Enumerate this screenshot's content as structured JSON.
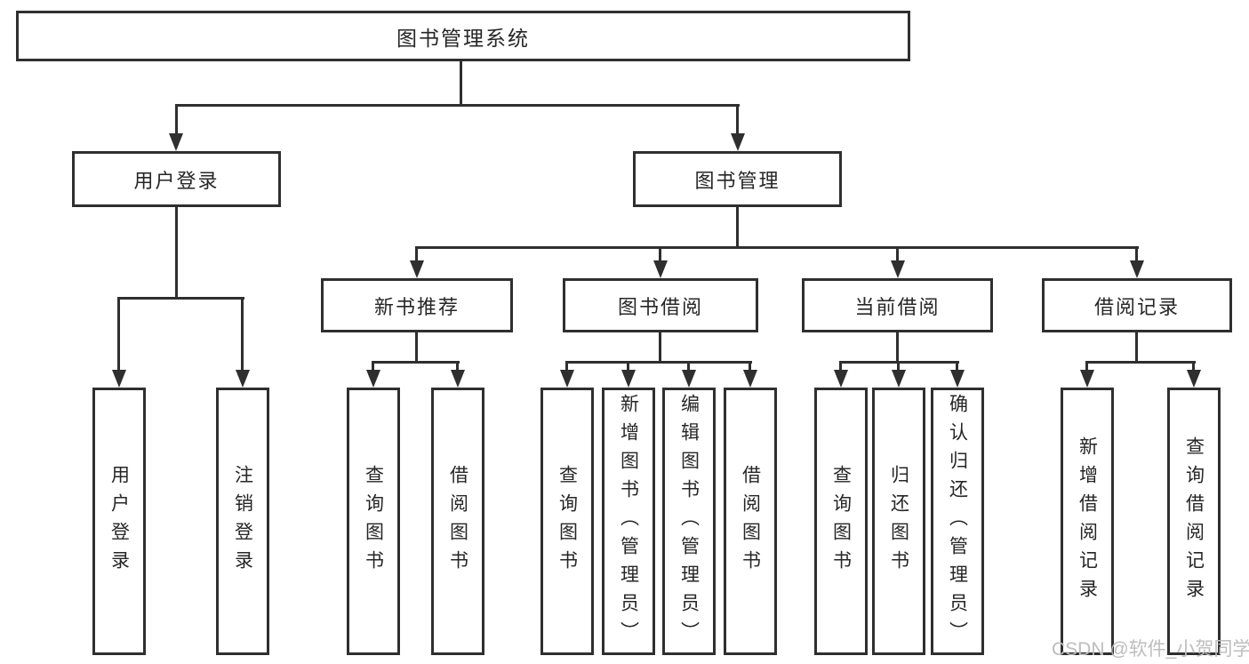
{
  "diagram_title": "图书管理系统",
  "watermark": "CSDN @软件_小贺同学",
  "colors": {
    "line": "#2f2f2f",
    "text": "#262626",
    "background": "#ffffff",
    "watermark": "#bdbdbd"
  },
  "nodes": {
    "root": "图书管理系统",
    "user_login": "用户登录",
    "book_management": "图书管理",
    "new_book_recommend": "新书推荐",
    "book_borrow": "图书借阅",
    "current_borrow": "当前借阅",
    "borrow_record": "借阅记录",
    "leaf_user_login": "用户登录",
    "leaf_logout_login": "注销登录",
    "leaf_recommend_query_book": "查询图书",
    "leaf_recommend_borrow_book": "借阅图书",
    "leaf_borrow_query_book": "查询图书",
    "leaf_borrow_add_book": "新增图书（管理员）",
    "leaf_borrow_edit_book": "编辑图书（管理员）",
    "leaf_borrow_borrow_book": "借阅图书",
    "leaf_current_query_book": "查询图书",
    "leaf_current_return_book": "归还图书",
    "leaf_current_confirm_return": "确认归还（管理员）",
    "leaf_record_add_record": "新增借阅记录",
    "leaf_record_query_record": "查询借阅记录"
  }
}
